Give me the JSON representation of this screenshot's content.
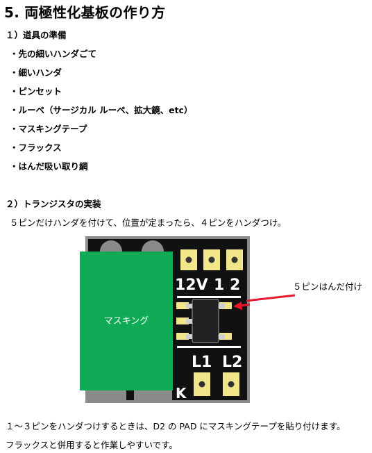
{
  "title": "5. 両極性化基板の作り方",
  "section1": {
    "heading": "１）道具の準備",
    "items": [
      "・先の細いハンダごて",
      "・細いハンダ",
      "・ピンセット",
      "・ルーペ（サージカル ルーペ、拡大鏡、etc）",
      "・マスキングテープ",
      "・フラックス",
      "・はんだ吸い取り網"
    ]
  },
  "section2": {
    "heading": "２）トランジスタの実装",
    "intro": "５ピンだけハンダを付けて、位置が定まったら、４ピンをハンダつけ。"
  },
  "figure": {
    "masking_label": "マスキング",
    "silk": {
      "v12": "12V",
      "one": "1",
      "two": "2",
      "l1": "L1",
      "l2": "L2",
      "k": "K"
    },
    "annotation": "５ピンはんだ付け",
    "colors": {
      "pcb": "#111111",
      "pad": "#f2e68a",
      "masking": "#0faa55",
      "arrow": "#e8182c",
      "frame": "#8c8c8c"
    }
  },
  "footer": {
    "line1": "１～３ピンをハンダつけするときは、D2 の PAD にマスキングテープを貼り付けます。",
    "line2": "フラックスと併用すると作業しやすいです。"
  }
}
